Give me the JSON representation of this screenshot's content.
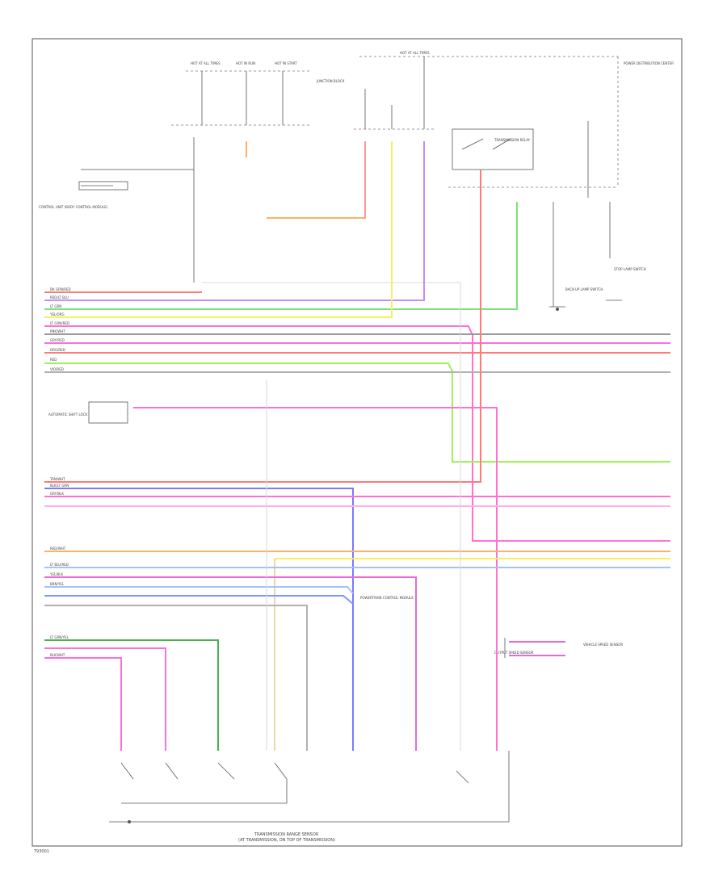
{
  "diagram": {
    "caption": "TRANSMISSION RANGE SENSOR",
    "caption_sub": "(AT TRANSMISSION, ON TOP OF TRANSMISSION)",
    "corner_code": "T93001",
    "fuse_labels": [
      "HOT AT ALL TIMES",
      "HOT IN RUN",
      "HOT IN START",
      "HOT AT ALL TIMES"
    ],
    "modules": {
      "controller": "CONTROL UNIT (BODY CONTROL MODULE)",
      "transmission_relay": "TRANSMISSION RELAY",
      "junction_block": "JUNCTION BLOCK",
      "power_distribution": "POWER DISTRIBUTION CENTER",
      "lamp_switch": "BACK-UP LAMP SWITCH",
      "stoplamp": "STOP LAMP SWITCH",
      "pcm": "POWERTRAIN CONTROL MODULE",
      "speed_sensor": "OUTPUT SPEED SENSOR",
      "automatic_shift": "AUTOMATIC SHIFT LOCK",
      "vehicle_speed": "VEHICLE SPEED SENSOR"
    },
    "wire_labels": [
      "DK GRN/RED",
      "RED/LT BLU",
      "LT GRN",
      "YEL/ORG",
      "LT GRN/RED",
      "PNK/WHT",
      "GRY/RED",
      "ORG/RED",
      "RED",
      "VIO/RED",
      "TAN/WHT",
      "BLK/LT GRN",
      "GRY/BLK",
      "RED/WHT",
      "LT BLU/RED",
      "YEL/BLK",
      "BRN/YEL",
      "LT GRN/YEL",
      "BLK/WHT"
    ],
    "colors": {
      "red": "#ff7a7a",
      "pink": "#ff6fd8",
      "magenta": "#e86ad6",
      "orange": "#ffb066",
      "yellow": "#f5f060",
      "green": "#7de07d",
      "lime": "#9ef25a",
      "darkgreen": "#4caf50",
      "blue": "#7a7aff",
      "lightblue": "#9fc3ff",
      "violet": "#c58cff",
      "grey": "#9a9a9a",
      "tan": "#e8d8a8"
    }
  }
}
